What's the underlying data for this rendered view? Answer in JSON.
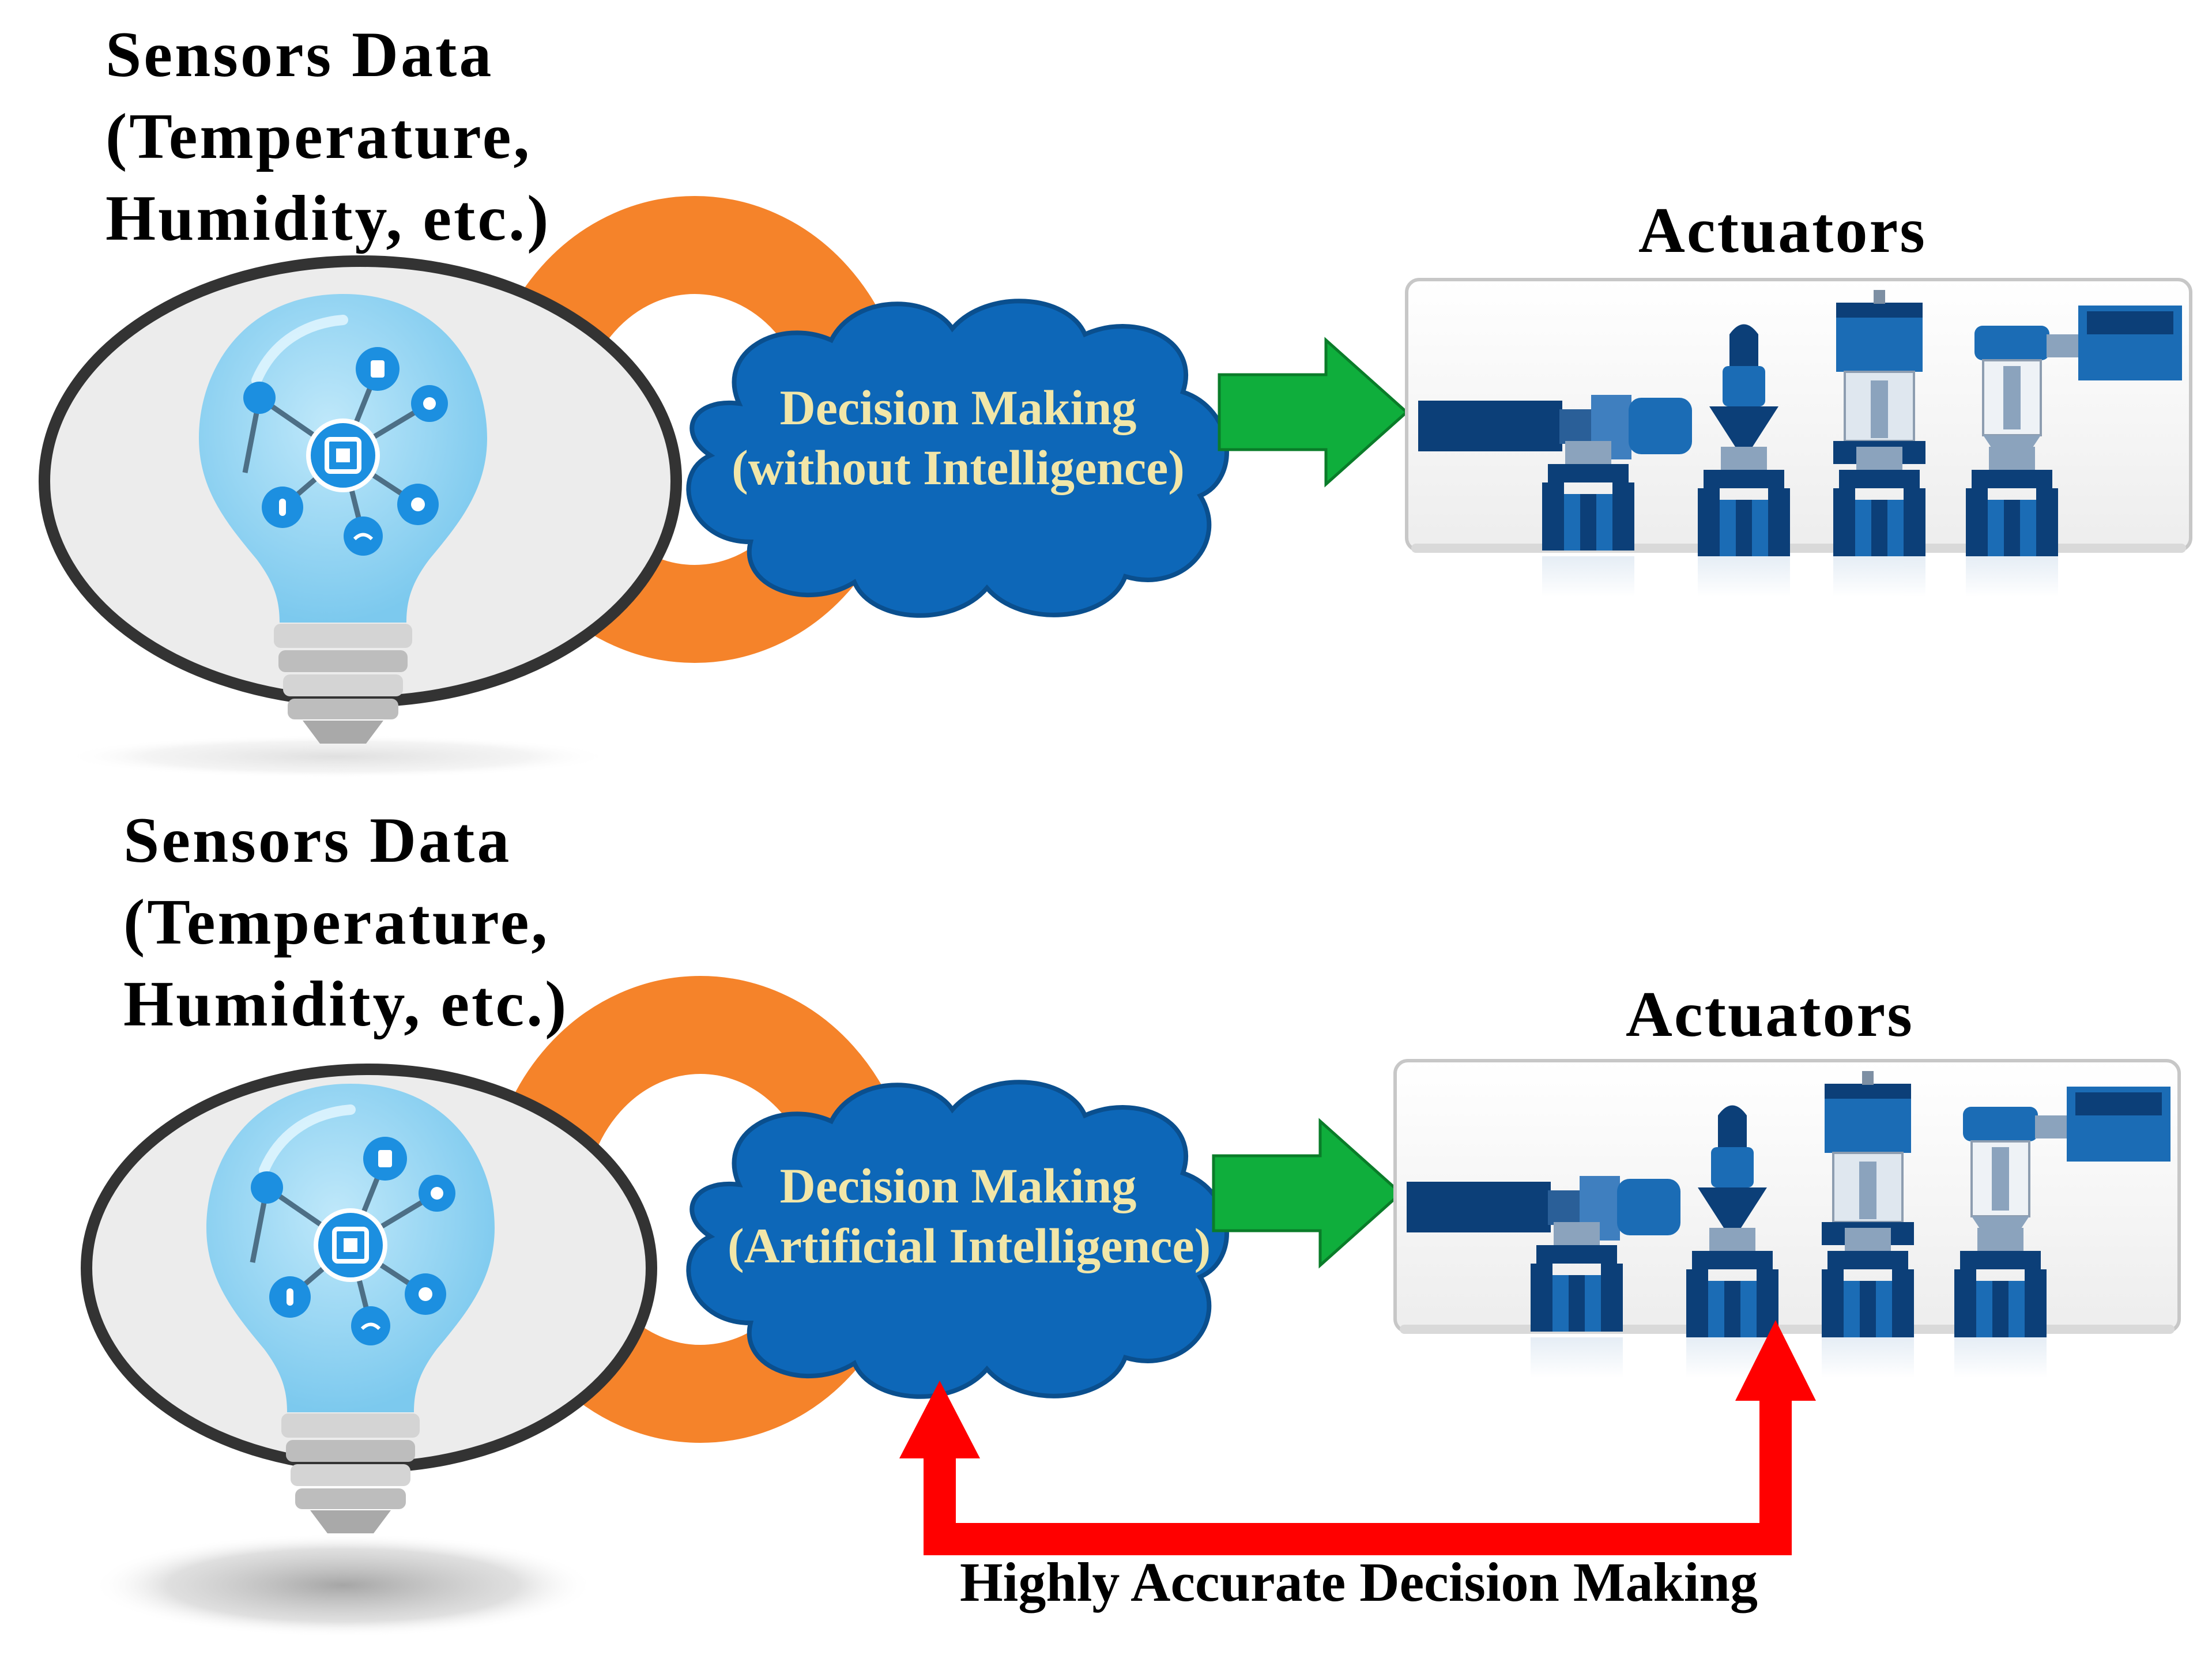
{
  "colors": {
    "ring": "#f5832a",
    "cloud": "#0d67b8",
    "cloud_text": "#f1e6a8",
    "green_arrow": "#0fae3c",
    "red_arrow": "#ff0000",
    "ellipse_fill": "#ececec",
    "valve_dark": "#0c3f78",
    "valve_mid": "#1b6cb5",
    "bulb": "#8ed4f3"
  },
  "panels": [
    {
      "sensor_label": [
        "Sensors Data",
        "(Temperature,",
        "Humidity, etc.)"
      ],
      "decision_label": [
        "Decision Making",
        "(without Intelligence)"
      ],
      "actuators_label": "Actuators"
    },
    {
      "sensor_label": [
        "Sensors Data",
        "(Temperature,",
        "Humidity, etc.)"
      ],
      "decision_label": [
        "Decision Making",
        "(Artificial Intelligence)"
      ],
      "actuators_label": "Actuators"
    }
  ],
  "feedback_label": "Highly Accurate Decision Making",
  "icons": [
    "iot-lightbulb-icon",
    "chip-icon",
    "actuator-valves-icon"
  ]
}
